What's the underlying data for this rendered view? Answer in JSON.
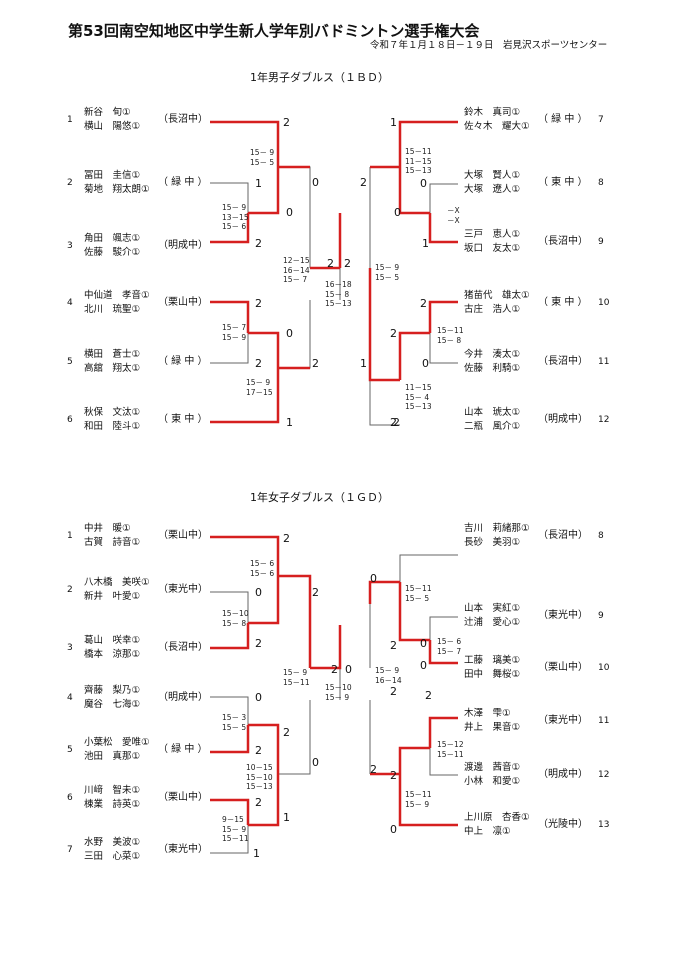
{
  "header": {
    "title": "第53回南空知地区中学生新人学年別バドミントン選手権大会",
    "date_venue": "令和７年１月１８日－１９日　岩見沢スポーツセンター"
  },
  "boys": {
    "title": "1年男子ダブルス（１ＢＤ）",
    "left": [
      {
        "seed": "1",
        "p1": "新谷　旬①",
        "p2": "横山　陽悠①",
        "school": "（長沼中）"
      },
      {
        "seed": "2",
        "p1": "冨田　圭信①",
        "p2": "菊地　翔太朗①",
        "school": "（ 緑 中 ）"
      },
      {
        "seed": "3",
        "p1": "角田　颯志①",
        "p2": "佐藤　駿介①",
        "school": "（明成中）"
      },
      {
        "seed": "4",
        "p1": "中仙道　孝音①",
        "p2": "北川　琉聖①",
        "school": "（栗山中）"
      },
      {
        "seed": "5",
        "p1": "横田　蒼士①",
        "p2": "高舘　翔太①",
        "school": "（ 緑 中 ）"
      },
      {
        "seed": "6",
        "p1": "秋保　文汰①",
        "p2": "和田　陸斗①",
        "school": "（ 東 中 ）"
      }
    ],
    "right": [
      {
        "seed": "7",
        "p1": "鈴木　真司①",
        "p2": "佐々木　耀大①",
        "school": "（ 緑 中 ）"
      },
      {
        "seed": "8",
        "p1": "大塚　賢人①",
        "p2": "大塚　遼人①",
        "school": "（ 東 中 ）"
      },
      {
        "seed": "9",
        "p1": "三戸　恵人①",
        "p2": "坂口　友太①",
        "school": "（長沼中）"
      },
      {
        "seed": "10",
        "p1": "猪苗代　雄太①",
        "p2": "古庄　浩人①",
        "school": "（ 東 中 ）"
      },
      {
        "seed": "11",
        "p1": "今井　湊太①",
        "p2": "佐藤　利騎①",
        "school": "（長沼中）"
      },
      {
        "seed": "12",
        "p1": "山本　琥太①",
        "p2": "二瓶　風介①",
        "school": "（明成中）"
      }
    ],
    "results": [
      "2",
      "1",
      "0",
      "2",
      "2",
      "0",
      "2",
      "2",
      "1",
      "0",
      "2",
      "2",
      "2",
      "1",
      "0",
      "0",
      "1",
      "2",
      "2",
      "0",
      "2",
      "1",
      "2",
      "0",
      "1"
    ],
    "scores": [
      "15－ 9\n15－ 5",
      "15－ 9\n13－15\n15－ 6",
      "15－ 7\n15－ 9",
      "15－ 9\n17－15",
      "12－15\n16－14\n15－ 7",
      "16－18\n15－ 8\n15－13",
      "15－ 9\n15－ 5",
      "15－11\n11－15\n15－13",
      "－X\n－X",
      "15－11\n15－ 8",
      "11－15\n15－ 4\n15－13"
    ]
  },
  "girls": {
    "title": "1年女子ダブルス（１ＧＤ）",
    "left": [
      {
        "seed": "1",
        "p1": "中井　暖①",
        "p2": "古賀　詩音①",
        "school": "（栗山中）"
      },
      {
        "seed": "2",
        "p1": "八木橋　美咲①",
        "p2": "新井　叶愛①",
        "school": "（東光中）"
      },
      {
        "seed": "3",
        "p1": "葛山　咲幸①",
        "p2": "橋本　涼那①",
        "school": "（長沼中）"
      },
      {
        "seed": "4",
        "p1": "齊藤　梨乃①",
        "p2": "魔谷　七海①",
        "school": "（明成中）"
      },
      {
        "seed": "5",
        "p1": "小葉松　愛唯①",
        "p2": "池田　真那①",
        "school": "（ 緑 中 ）"
      },
      {
        "seed": "6",
        "p1": "川﨑　智未①",
        "p2": "棟業　詩英①",
        "school": "（栗山中）"
      },
      {
        "seed": "7",
        "p1": "水野　美波①",
        "p2": "三田　心菜①",
        "school": "（東光中）"
      }
    ],
    "right": [
      {
        "seed": "8",
        "p1": "吉川　莉緒那①",
        "p2": "長砂　美羽①",
        "school": "（長沼中）"
      },
      {
        "seed": "9",
        "p1": "山本　実紅①",
        "p2": "辻浦　愛心①",
        "school": "（東光中）"
      },
      {
        "seed": "10",
        "p1": "工藤　璃美①",
        "p2": "田中　舞桜①",
        "school": "（栗山中）"
      },
      {
        "seed": "11",
        "p1": "木澤　雫①",
        "p2": "井上　果音①",
        "school": "（東光中）"
      },
      {
        "seed": "12",
        "p1": "渡邊　茜音①",
        "p2": "小林　和愛①",
        "school": "（明成中）"
      },
      {
        "seed": "13",
        "p1": "上川原　杏香①",
        "p2": "中上　凛①",
        "school": "（光陵中）"
      }
    ],
    "results": [
      "2",
      "0",
      "2",
      "0",
      "2",
      "2",
      "0",
      "2",
      "2",
      "1",
      "1",
      "2",
      "0",
      "0",
      "2",
      "2",
      "0",
      "2",
      "0",
      "2",
      "2",
      "0",
      "2",
      "2",
      "0",
      "2"
    ],
    "scores": [
      "15－ 6\n15－ 6",
      "15－10\n15－ 8",
      "15－ 3\n15－ 5",
      "10－15\n15－10\n15－13",
      "9－15\n15－ 9\n15－11",
      "15－ 9\n15－11",
      "15－10\n15－ 9",
      "15－ 9\n16－14",
      "15－11\n15－ 5",
      "15－ 6\n15－ 7",
      "15－12\n15－11",
      "15－11\n15－ 9"
    ]
  }
}
